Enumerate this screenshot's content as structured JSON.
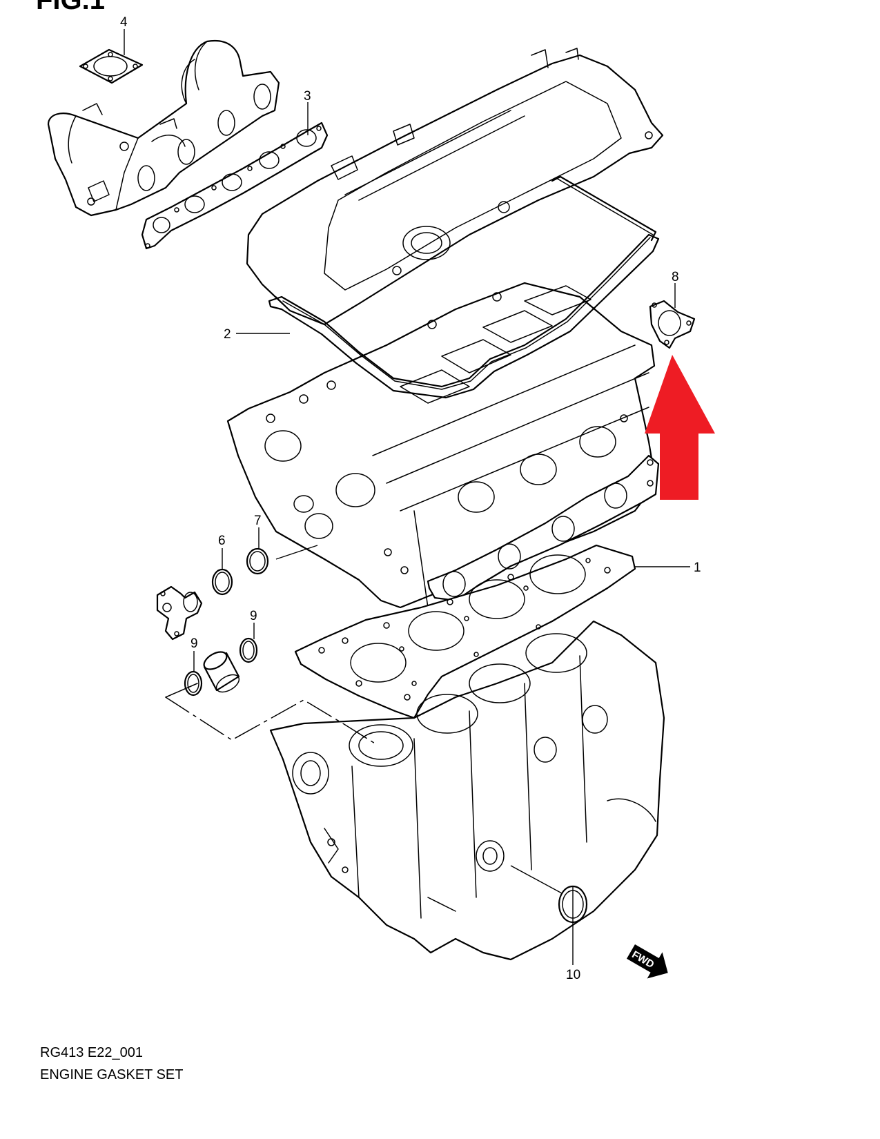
{
  "figure": {
    "title": "FIG.1"
  },
  "callouts": [
    {
      "id": "1",
      "label": "1"
    },
    {
      "id": "2",
      "label": "2"
    },
    {
      "id": "3",
      "label": "3"
    },
    {
      "id": "4",
      "label": "4"
    },
    {
      "id": "6",
      "label": "6"
    },
    {
      "id": "7",
      "label": "7"
    },
    {
      "id": "8",
      "label": "8"
    },
    {
      "id": "9a",
      "label": "9"
    },
    {
      "id": "9b",
      "label": "9"
    },
    {
      "id": "10",
      "label": "10"
    }
  ],
  "direction_badge": "FWD",
  "highlight": {
    "color": "#ee1c24",
    "target": "8"
  },
  "footer": {
    "code": "RG413 E22_001",
    "title": "ENGINE GASKET SET"
  }
}
